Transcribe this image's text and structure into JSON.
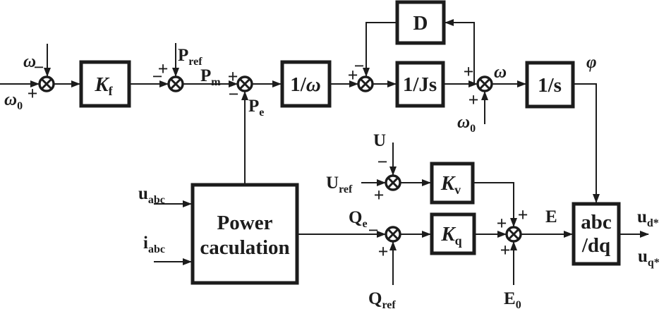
{
  "colors": {
    "ink": "#1c1c1c",
    "background": "#ffffff"
  },
  "blocks": {
    "kf": {
      "main": "K",
      "sub": "f"
    },
    "inv_omega": {
      "pre": "1/",
      "main": "ω"
    },
    "d": {
      "main": "D"
    },
    "inv_js": {
      "main": "1/Js"
    },
    "inv_s": {
      "main": "1/s"
    },
    "kv": {
      "main": "K",
      "sub": "v"
    },
    "kq": {
      "main": "K",
      "sub": "q"
    },
    "power": {
      "line1": "Power",
      "line2": "caculation"
    },
    "abcdq": {
      "line1": "abc",
      "line2": "/dq"
    }
  },
  "signals": {
    "omega_in": {
      "main": "ω"
    },
    "omega0_in": {
      "main": "ω",
      "sub": "0"
    },
    "p_ref": {
      "main": "P",
      "sub": "ref"
    },
    "p_m": {
      "main": "P",
      "sub": "m"
    },
    "p_e": {
      "main": "P",
      "sub": "e"
    },
    "omega_out": {
      "main": "ω"
    },
    "omega0_b": {
      "main": "ω",
      "sub": "0"
    },
    "phi": {
      "main": "φ"
    },
    "u": {
      "main": "U"
    },
    "u_ref": {
      "main": "U",
      "sub": "ref"
    },
    "q_e": {
      "main": "Q",
      "sub": "e"
    },
    "q_ref": {
      "main": "Q",
      "sub": "ref"
    },
    "e": {
      "main": "E"
    },
    "e0": {
      "main": "E",
      "sub": "0"
    },
    "u_abc": {
      "main": "u",
      "sub": "abc"
    },
    "i_abc": {
      "main": "i",
      "sub": "abc"
    },
    "u_d": {
      "main": "u",
      "sub": "d*"
    },
    "u_q": {
      "main": "u",
      "sub": "q*"
    }
  },
  "signs": {
    "j1_top": "−",
    "j1_left": "+",
    "j2_top": "+",
    "j2_left": "−",
    "j3_left": "+",
    "j3_bottom": "−",
    "j4_left": "+",
    "j4_top": "−",
    "j5_left": "+",
    "j5_bottom": "+",
    "j6_top": "−",
    "j6_left": "+",
    "j7_left": "−",
    "j7_bottom": "+",
    "j8_left": "+",
    "j8_top": "+",
    "j8_bottom": "+"
  }
}
